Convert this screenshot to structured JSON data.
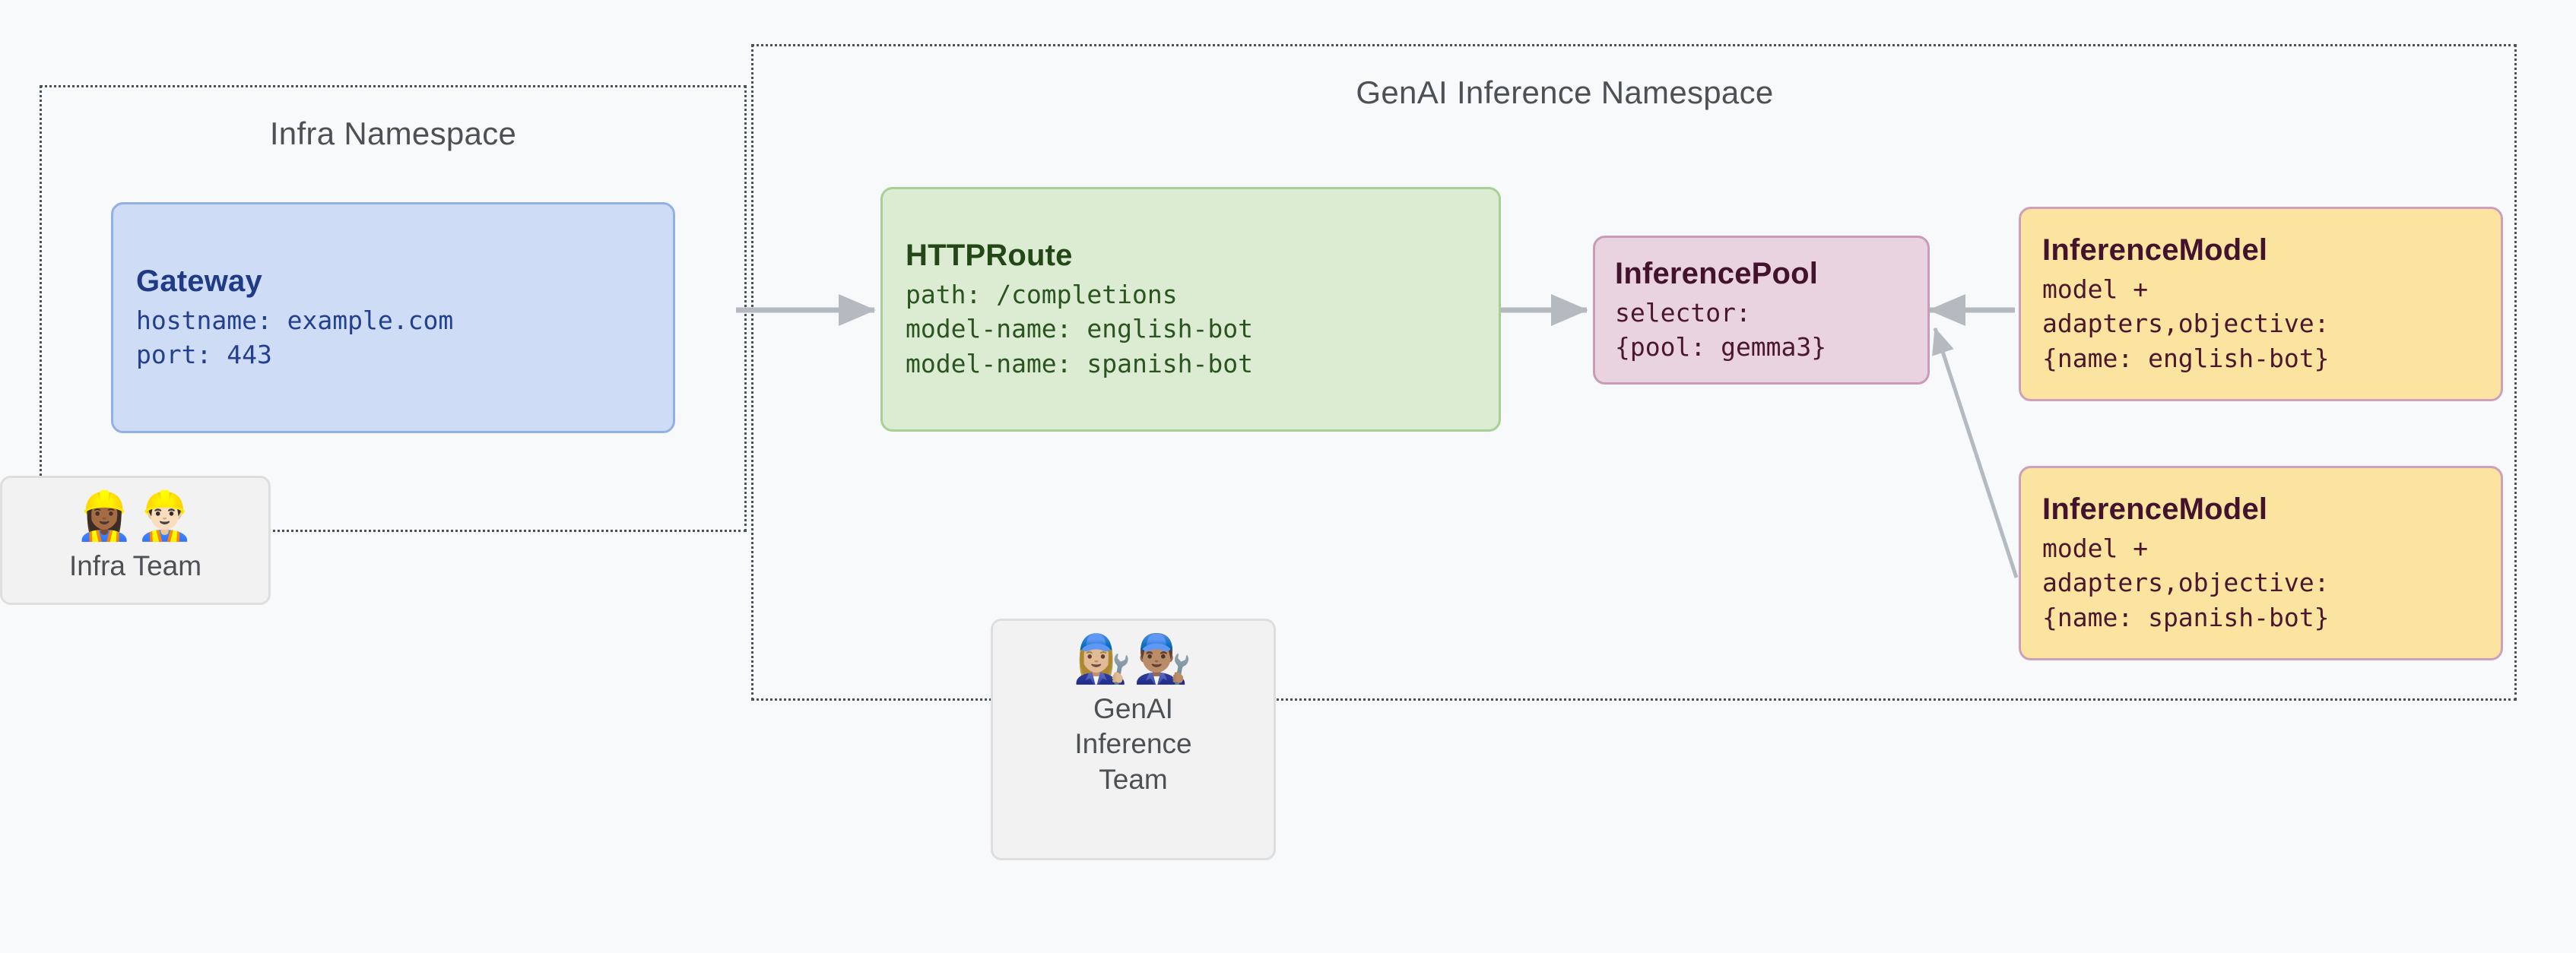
{
  "namespaces": [
    {
      "id": "infra",
      "title": "Infra Namespace"
    },
    {
      "id": "genai",
      "title": "GenAI Inference Namespace"
    }
  ],
  "nodes": {
    "gateway": {
      "title": "Gateway",
      "lines": [
        "hostname: example.com",
        "port: 443"
      ]
    },
    "httproute": {
      "title": "HTTPRoute",
      "lines": [
        "path: /completions",
        "model-name: english-bot",
        "model-name: spanish-bot"
      ]
    },
    "inferencepool": {
      "title": "InferencePool",
      "lines": [
        "selector:",
        "{pool: gemma3}"
      ]
    },
    "inferencemodel_english": {
      "title": "InferenceModel",
      "lines": [
        "model +",
        "adapters,objective:",
        "{name: english-bot}"
      ]
    },
    "inferencemodel_spanish": {
      "title": "InferenceModel",
      "lines": [
        "model +",
        "adapters,objective:",
        "{name: spanish-bot}"
      ]
    }
  },
  "teams": {
    "infra": {
      "label": "Infra Team",
      "emojis": "👷🏾‍♀️👷🏻‍♂️",
      "icon_names": "construction-worker-icons"
    },
    "genai": {
      "label": "GenAI\nInference\nTeam",
      "emojis": "👩🏼‍🔧👨🏽‍🔧",
      "icon_names": "mechanic-icons"
    }
  },
  "colors": {
    "page_background": "#f8f9fb",
    "namespace_border": "#4b5159",
    "gateway_fill": "#cfdcf6",
    "gateway_border": "#93b0e4",
    "gateway_text": "#1f3b86",
    "httproute_fill": "#dcecd2",
    "httproute_border": "#a8cf96",
    "httproute_text": "#244717",
    "inferencepool_fill": "#e9d3e0",
    "inferencepool_border": "#c99bb6",
    "inferencepool_text": "#43132d",
    "inferencemodel_fill": "#fbe3a0",
    "inferencemodel_border": "#cda0bd",
    "inferencemodel_text": "#43132d",
    "edge_stroke": "#b5bac0",
    "team_fill": "#f2f2f2",
    "team_border": "#dedede",
    "team_text": "#4d5156"
  },
  "edges": [
    {
      "name": "gateway-to-httproute",
      "from": "gateway",
      "to": "httproute",
      "direction": "forward"
    },
    {
      "name": "httproute-to-inferencepool",
      "from": "httproute",
      "to": "inferencepool",
      "direction": "forward"
    },
    {
      "name": "english-model-to-pool",
      "from": "inferencemodel_english",
      "to": "inferencepool",
      "direction": "forward"
    },
    {
      "name": "spanish-model-to-pool",
      "from": "inferencemodel_spanish",
      "to": "inferencepool",
      "direction": "forward"
    }
  ]
}
